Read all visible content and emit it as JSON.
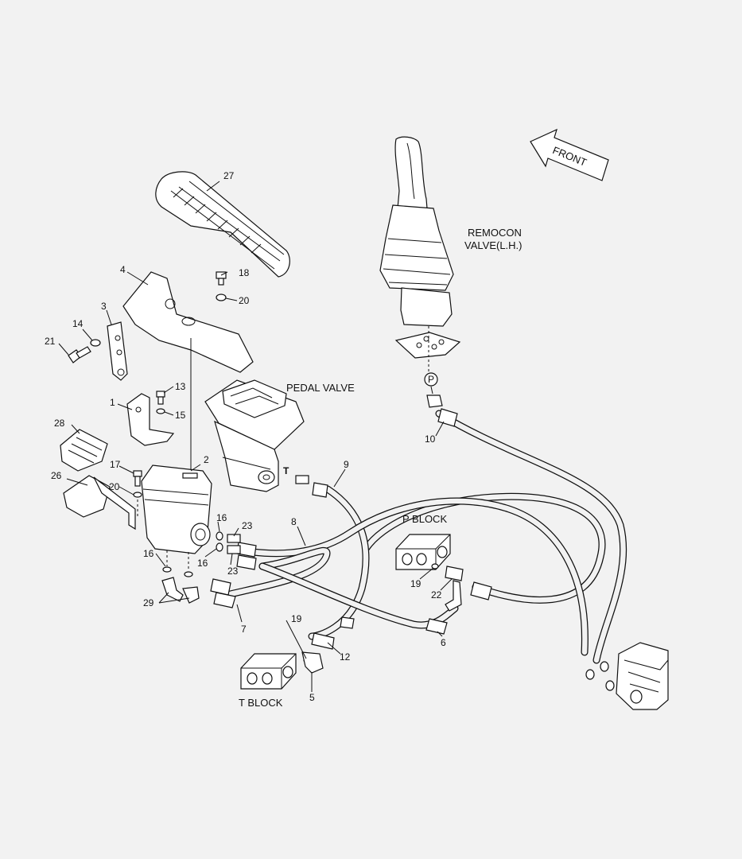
{
  "titles": {
    "front": "FRONT",
    "remocon_line1": "REMOCON",
    "remocon_line2": "VALVE(L.H.)",
    "pedal_valve": "PEDAL VALVE",
    "p_block": "P BLOCK",
    "t_block": "T BLOCK",
    "port_p": "P",
    "port_t": "T"
  },
  "callouts": {
    "c1": "1",
    "c2": "2",
    "c3": "3",
    "c4": "4",
    "c5": "5",
    "c6": "6",
    "c7": "7",
    "c8": "8",
    "c9": "9",
    "c10": "10",
    "c12": "12",
    "c13": "13",
    "c14": "14",
    "c15": "15",
    "c16a": "16",
    "c16b": "16",
    "c16c": "16",
    "c17": "17",
    "c18": "18",
    "c19a": "19",
    "c19b": "19",
    "c20a": "20",
    "c20b": "20",
    "c21": "21",
    "c22": "22",
    "c23a": "23",
    "c23b": "23",
    "c26": "26",
    "c27": "27",
    "c28": "28",
    "c29": "29"
  }
}
